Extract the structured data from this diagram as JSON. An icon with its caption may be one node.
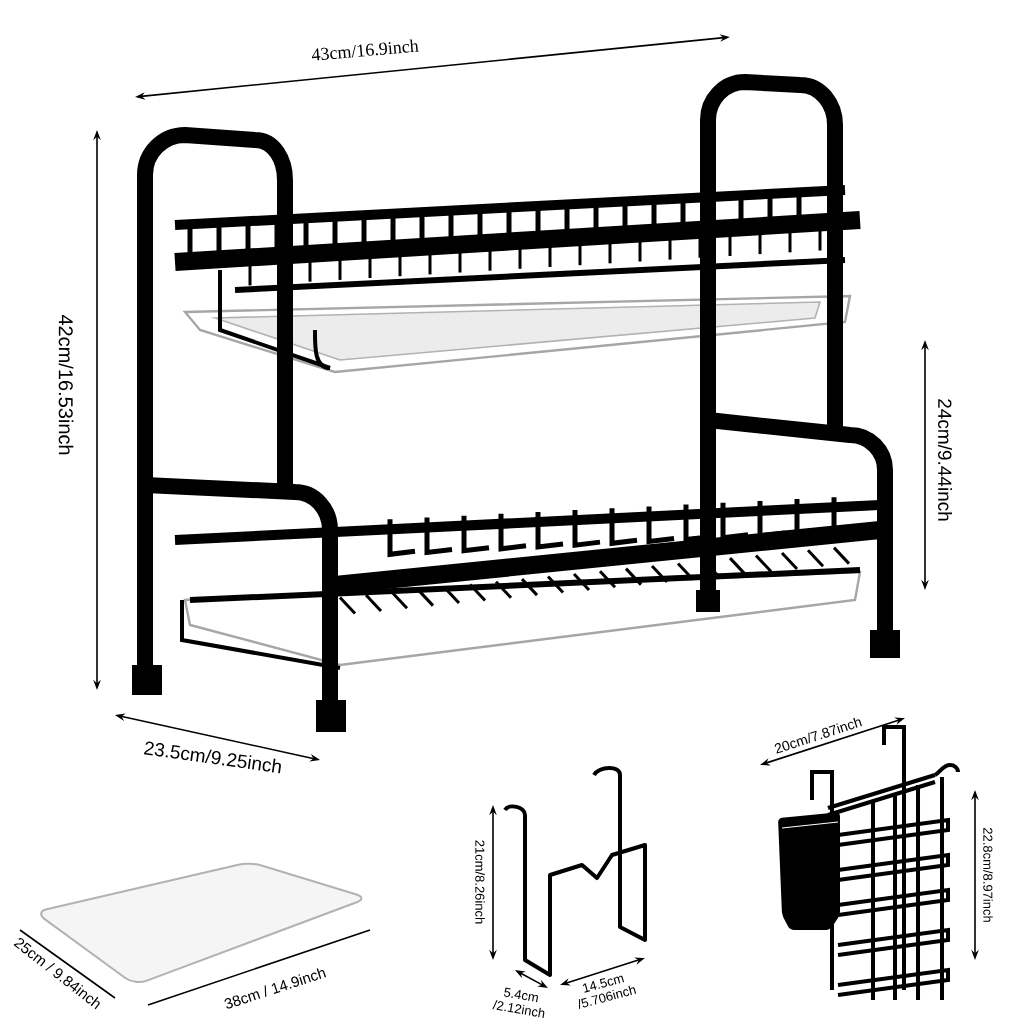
{
  "diagram": {
    "labels": [
      "43cm/16.9inch",
      "42cm/16.53inch",
      "24cm/9.44inch",
      "23.5cm/9.25inch",
      "20cm/7.87inch",
      "21cm/8.26inch",
      "22.8cm/8.97inch",
      "25cm / 9.84inch",
      "38cm / 14.9inch",
      "5.4cm /2.12inch",
      "14.5cm /5.706inch"
    ]
  }
}
